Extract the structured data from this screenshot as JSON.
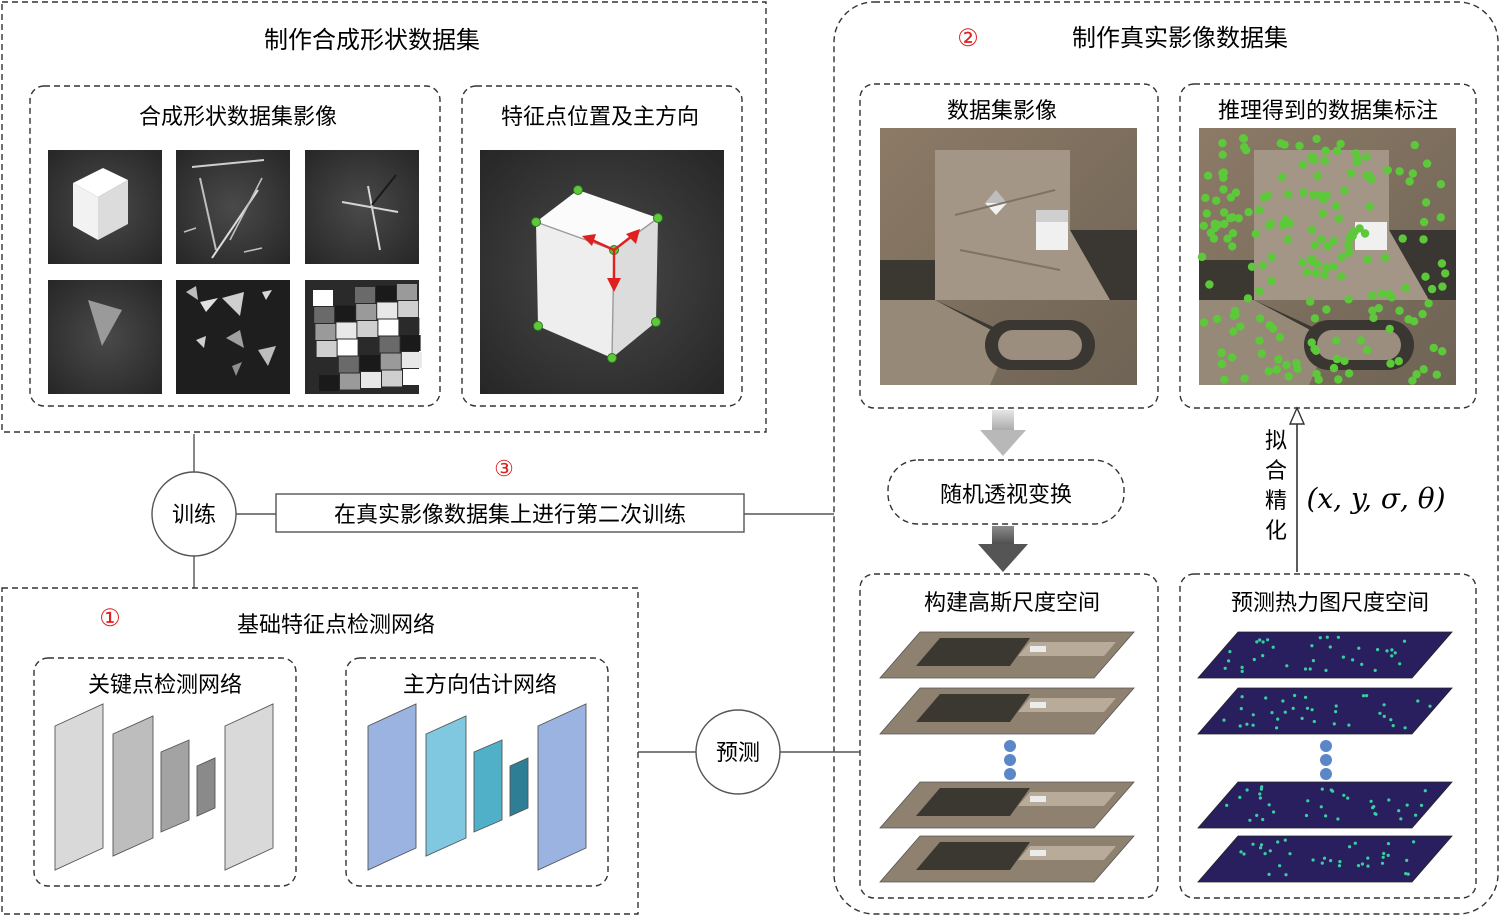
{
  "synthetic": {
    "title": "制作合成形状数据集",
    "images_title": "合成形状数据集影像",
    "keypoints_title": "特征点位置及主方向"
  },
  "real": {
    "marker": "②",
    "title": "制作真实影像数据集",
    "images_title": "数据集影像",
    "labels_title": "推理得到的数据集标注",
    "homography": "随机透视变换",
    "gaussian_title": "构建高斯尺度空间",
    "heatmap_title": "预测热力图尺度空间",
    "refine_label": [
      "拟",
      "合",
      "精",
      "化"
    ],
    "refine_formula": "(x, y, σ, θ)"
  },
  "training": {
    "label": "训练",
    "marker": "③",
    "second_training": "在真实影像数据集上进行第二次训练"
  },
  "base": {
    "marker": "①",
    "title": "基础特征点检测网络",
    "keypoint_net": "关键点检测网络",
    "orientation_net": "主方向估计网络",
    "predict": "预测"
  },
  "colors": {
    "marker_red": "#e02020",
    "keypoint_green": "#5cc83a",
    "arrow_red": "#e02020",
    "heatmap_bg": "#2a1f5e",
    "heatmap_dot": "#38d0a0",
    "net_gray": [
      "#d9d9d9",
      "#bdbdbd",
      "#a3a3a3",
      "#8a8a8a",
      "#d9d9d9"
    ],
    "net_blue": [
      "#9bb3e0",
      "#7fc8e0",
      "#4fb0c8",
      "#2e7f96",
      "#9bb3e0"
    ]
  }
}
